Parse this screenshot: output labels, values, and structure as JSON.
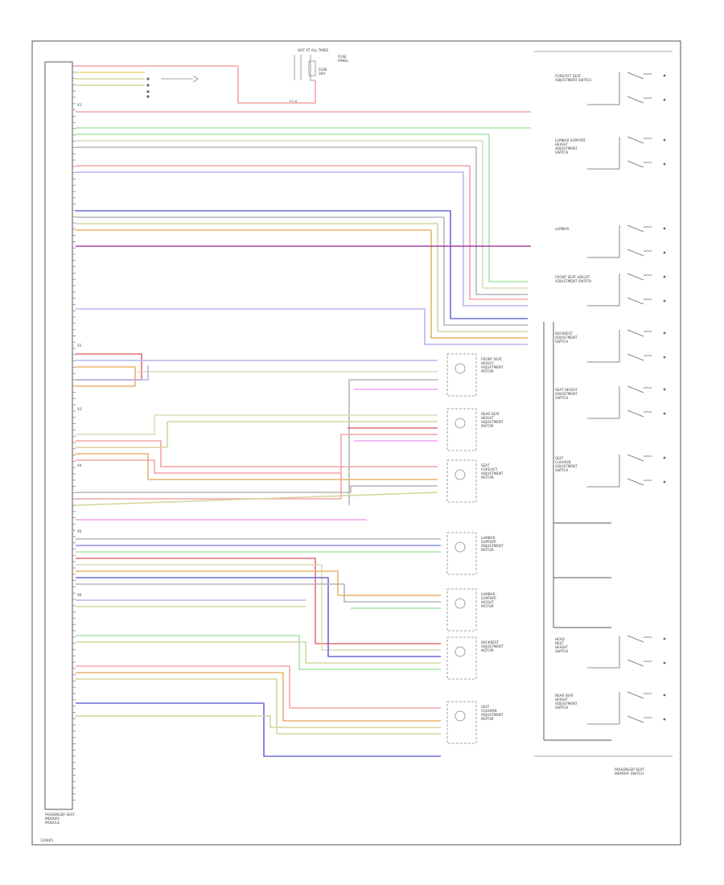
{
  "diagram": {
    "module_label": "PASSENGER SEAT\nMEMORY\nMODULE",
    "top_labels": [
      "FUSE\nPANEL",
      "HOT AT ALL TIMES",
      "FUSE\n30A",
      "F1/4"
    ],
    "connector_labels": [
      "X1",
      "X2",
      "X3",
      "X4",
      "X5",
      "X6"
    ],
    "right_bottom_label": "PASSENGER SEAT\nMEMORY SWITCH",
    "motor_labels": [
      "FRONT SEAT\nHEIGHT\nADJUSTMENT\nMOTOR",
      "REAR SEAT\nHEIGHT\nADJUSTMENT\nMOTOR",
      "SEAT\nFORE/AFT\nADJUSTMENT\nMOTOR",
      "LUMBAR\nSUPPORT\nADJUSTMENT\nMOTOR",
      "LUMBAR\nSUPPORT\nHEIGHT\nMOTOR",
      "BACKREST\nADJUSTMENT\nMOTOR",
      "SEAT\nCUSHION\nADJUSTMENT\nMOTOR"
    ],
    "switch_labels": [
      "FORE/AFT SEAT\nADJUSTMENT SWITCH",
      "LUMBAR SUPPORT\nHEIGHT\nADJUSTMENT\nSWITCH",
      "LUMBAR",
      "FRONT SEAT HEIGHT\nADJUSTMENT SWITCH",
      "BACKREST\nADJUSTMENT\nSWITCH",
      "SEAT HEIGHT\nADJUSTMENT\nSWITCH",
      "SEAT\nCUSHION\nADJUSTMENT\nSWITCH",
      "HEAD\nREST\nHEIGHT\nSWITCH",
      "REAR SEAT\nHEIGHT\nADJUSTMENT\nSWITCH"
    ],
    "footer_id": "110485"
  }
}
